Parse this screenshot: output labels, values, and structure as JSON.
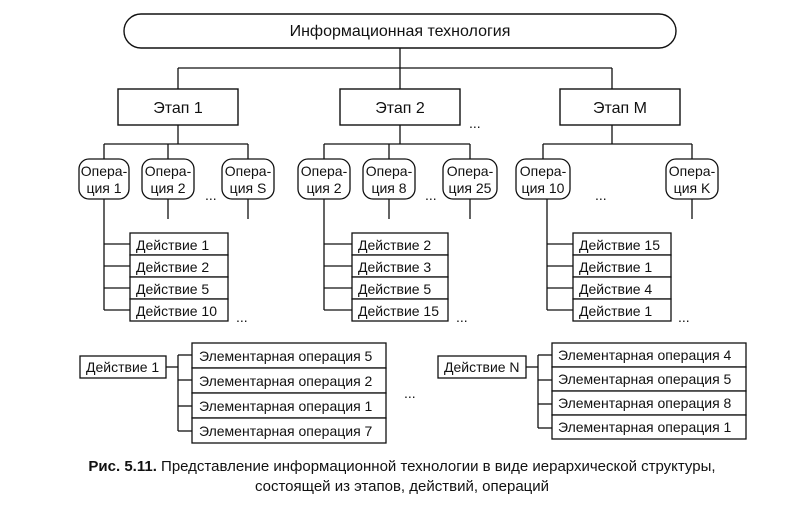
{
  "root": "Информационная технология",
  "stages": [
    "Этап 1",
    "Этап 2",
    "Этап M"
  ],
  "operations": [
    {
      "line1": "Опера-",
      "line2": "ция 1"
    },
    {
      "line1": "Опера-",
      "line2": "ция 2"
    },
    {
      "line1": "Опера-",
      "line2": "ция S"
    },
    {
      "line1": "Опера-",
      "line2": "ция 2"
    },
    {
      "line1": "Опера-",
      "line2": "ция 8"
    },
    {
      "line1": "Опера-",
      "line2": "ция 25"
    },
    {
      "line1": "Опера-",
      "line2": "ция 10"
    },
    {
      "line1": "Опера-",
      "line2": "ция K"
    }
  ],
  "action_groups": [
    [
      "Действие 1",
      "Действие 2",
      "Действие 5",
      "Действие 10"
    ],
    [
      "Действие 2",
      "Действие 3",
      "Действие 5",
      "Действие 15"
    ],
    [
      "Действие 15",
      "Действие 1",
      "Действие 4",
      "Действие 1"
    ]
  ],
  "detail_groups": [
    {
      "action": "Действие 1",
      "elementary": [
        "Элементарная операция 5",
        "Элементарная операция 2",
        "Элементарная операция 1",
        "Элементарная операция 7"
      ]
    },
    {
      "action": "Действие N",
      "elementary": [
        "Элементарная операция 4",
        "Элементарная операция 5",
        "Элементарная операция 8",
        "Элементарная операция 1"
      ]
    }
  ],
  "ellipsis": "...",
  "caption": {
    "label": "Рис. 5.11.",
    "text": "Представление информационной технологии в виде иерархической структуры,",
    "line2": "состоящей из этапов, действий, операций"
  },
  "colors": {
    "stroke": "#111111",
    "fill": "#ffffff",
    "text": "#111111"
  }
}
